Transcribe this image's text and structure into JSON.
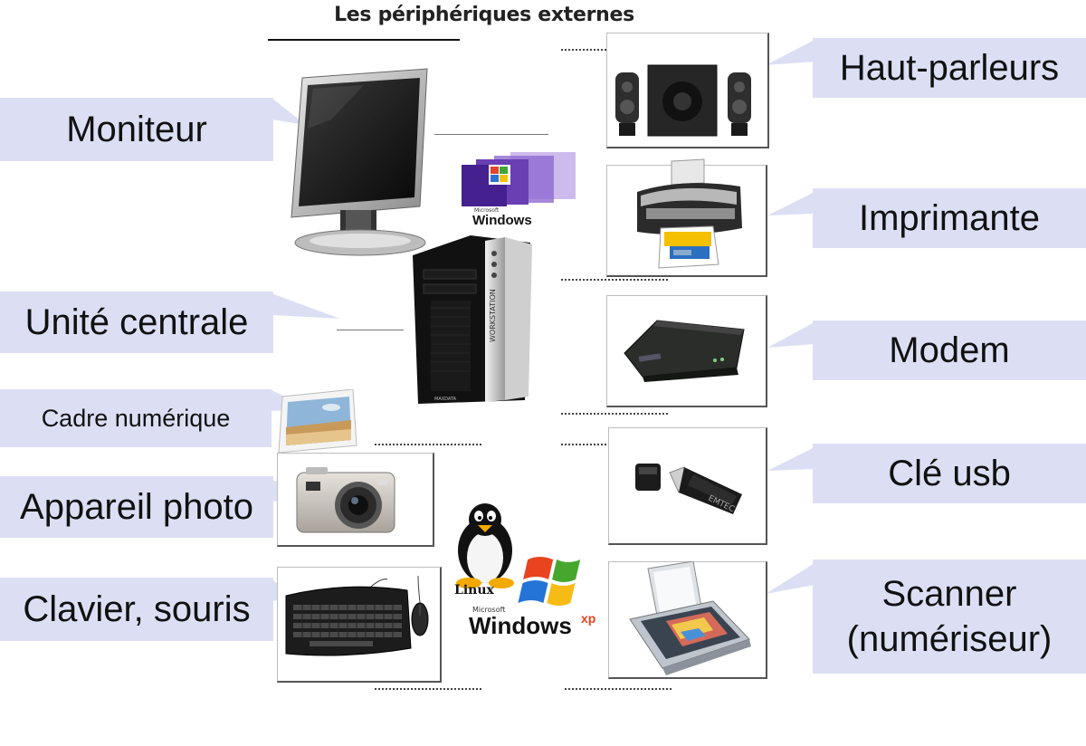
{
  "title": "Les périphériques externes",
  "labels": {
    "moniteur": "Moniteur",
    "unite_centrale": "Unité centrale",
    "cadre_numerique": "Cadre numérique",
    "appareil_photo": "Appareil photo",
    "clavier_souris": "Clavier, souris",
    "haut_parleurs": "Haut-parleurs",
    "imprimante": "Imprimante",
    "modem": "Modem",
    "cle_usb": "Clé usb",
    "scanner_line1": "Scanner",
    "scanner_line2": "(numériseur)"
  },
  "logos": {
    "windows_small_top": "Microsoft",
    "windows_top": "Windows",
    "linux": "Linux",
    "windows_xp_small": "Microsoft",
    "windows_xp": "Windows",
    "xp": "xp",
    "tower_brand": "WORKSTATION",
    "tower_badge": "MAXDATA",
    "usb_brand": "EMTEC"
  },
  "colors": {
    "label_bg": "#dcdff4",
    "frame_shadow": "#555555"
  }
}
